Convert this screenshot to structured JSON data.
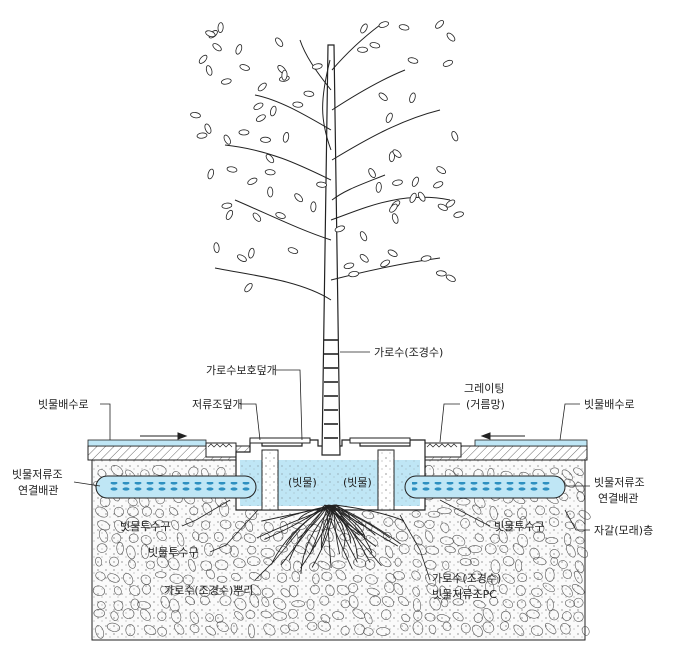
{
  "labels": {
    "street_tree": "가로수(조경수)",
    "tree_guard_cover": "가로수보호덮개",
    "tank_cover": "저류조덮개",
    "grating": "그레이팅",
    "grating_sub": "(거름망)",
    "gutter_left": "빗물배수로",
    "gutter_right": "빗물배수로",
    "pipe_left_1": "빗물저류조",
    "pipe_left_2": "연결배관",
    "pipe_right_1": "빗물저류조",
    "pipe_right_2": "연결배관",
    "infiltration_1": "빗물투수구",
    "infiltration_2": "빗물투수구",
    "infiltration_3": "빗물투수구",
    "tree_roots": "가로수(조경수)뿌리",
    "tank_1": "가로수(조경수)",
    "tank_2": "빗물저류조PC",
    "gravel_layer": "자갈(모래)층",
    "rainwater_left": "(빗물)",
    "rainwater_right": "(빗물)"
  },
  "colors": {
    "water": "#bfe6f5",
    "water_dark": "#4fb6de",
    "line": "#222222"
  }
}
